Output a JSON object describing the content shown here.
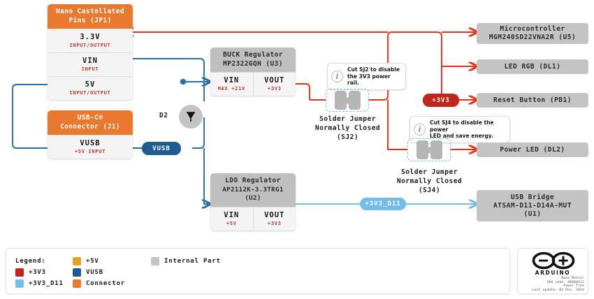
{
  "diagram": {
    "title": "Nano Matter Power Tree",
    "connectors": [
      {
        "id": "JP1",
        "header": "Nano Castellated\nPins (JP1)",
        "header_line1": "Nano Castellated",
        "header_line2": "Pins (JP1)",
        "pins": [
          {
            "name": "3.3V",
            "sub": "INPUT/OUTPUT"
          },
          {
            "name": "VIN",
            "sub": "INPUT"
          },
          {
            "name": "5V",
            "sub": "INPUT/OUTPUT"
          }
        ]
      },
      {
        "id": "J1",
        "header_line1": "USB-C®",
        "header_line2": "Connector (J1)",
        "pins": [
          {
            "name": "VUSB",
            "sub": "+5V INPUT"
          }
        ]
      }
    ],
    "regulators": [
      {
        "id": "U3",
        "header_line1": "BUCK Regulator",
        "header_line2": "MP2322GQH (U3)",
        "pins": [
          {
            "name": "VIN",
            "sub": "MAX +21V"
          },
          {
            "name": "VOUT",
            "sub": "+3V3"
          }
        ]
      },
      {
        "id": "U2",
        "header_line1": "LDO Regulator",
        "header_line2": "AP2112K-3.3TRG1 (U2)",
        "pins": [
          {
            "name": "VIN",
            "sub": "+5V"
          },
          {
            "name": "VOUT",
            "sub": "+3V3"
          }
        ]
      }
    ],
    "parts": [
      {
        "id": "U5",
        "line1": "Microcontroller",
        "line2": "MGM240SD22VNA2R (U5)",
        "line3": ""
      },
      {
        "id": "DL1",
        "line1": "LED RGB (DL1)",
        "line2": "",
        "line3": ""
      },
      {
        "id": "PB1",
        "line1": "Reset Button (PB1)",
        "line2": "",
        "line3": ""
      },
      {
        "id": "DL2",
        "line1": "Power LED (DL2)",
        "line2": "",
        "line3": ""
      },
      {
        "id": "U1",
        "line1": "USB Bridge",
        "line2": "ATSAM-D11-D14A-MUT",
        "line3": "(U1)"
      }
    ],
    "diode": {
      "label": "D2"
    },
    "jumpers": [
      {
        "id": "SJ2",
        "caption_line1": "Solder Jumper",
        "caption_line2": "Normally Closed",
        "caption_line3": "(SJ2)",
        "note_line1": "Cut SJ2 to disable",
        "note_line2": "the 3V3 power rail."
      },
      {
        "id": "SJ4",
        "caption_line1": "Solder Jumper",
        "caption_line2": "Normally Closed",
        "caption_line3": "(SJ4)",
        "note_line1": "Cut SJ4 to disable the power",
        "note_line2": "LED and save energy."
      }
    ],
    "net_labels": [
      {
        "name": "VUSB",
        "color": "#1f5c92"
      },
      {
        "name": "+3V3",
        "color": "#c0261b"
      },
      {
        "name": "+3V3_D11",
        "color": "#74bdea"
      }
    ]
  },
  "legend": {
    "title": "Legend:",
    "items": [
      {
        "label": "+3V3",
        "color": "#c0261b"
      },
      {
        "label": "+3V3_D11",
        "color": "#74bdea"
      },
      {
        "label": "+5V",
        "color": "#e5a225"
      },
      {
        "label": "VUSB",
        "color": "#1f5c92"
      },
      {
        "label": "Connector",
        "color": "#e8792f"
      },
      {
        "label": "Internal Part",
        "color": "#c4c4c4"
      }
    ]
  },
  "brand": {
    "name": "ARDUINO",
    "meta_line1": "Nano Matter",
    "meta_line2": "SKU code: ABX00112",
    "meta_line3": "Power Tree",
    "meta_line4": "Last update: 02 Dec, 2024"
  }
}
